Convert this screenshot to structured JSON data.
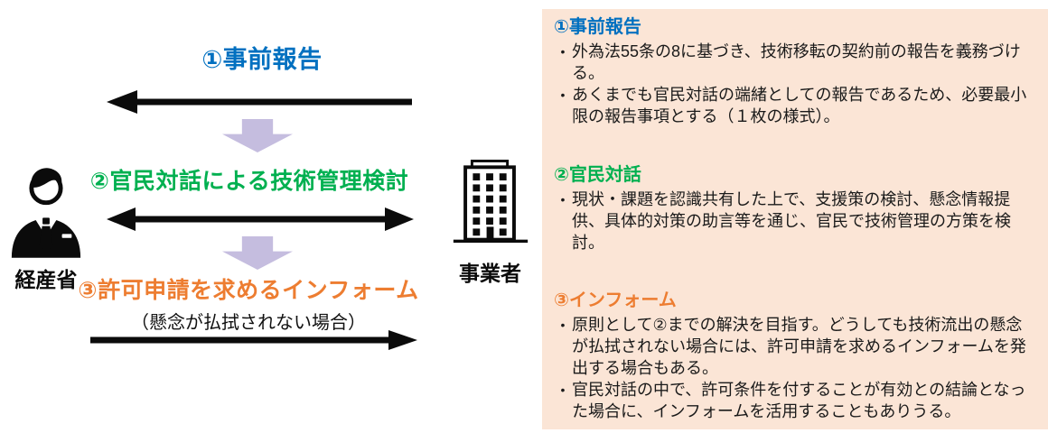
{
  "figure": {
    "left_actor": {
      "label": "経産省",
      "icon": "businessman-icon"
    },
    "right_actor": {
      "label": "事業者",
      "icon": "office-building-icon"
    },
    "steps": [
      {
        "title": "①事前報告",
        "color": "#0070C0",
        "arrow_direction": "left",
        "arrow_color": "#000000"
      },
      {
        "title": "②官民対話による技術管理検討",
        "color": "#00B050",
        "arrow_direction": "both",
        "arrow_color": "#000000"
      },
      {
        "title": "③許可申請を求めるインフォーム",
        "subtitle": "（懸念が払拭されない場合）",
        "color": "#ED7D31",
        "arrow_direction": "right",
        "arrow_color": "#000000"
      }
    ],
    "flow_connector_color": "#C5BDDF"
  },
  "panel": {
    "background": "#FBE5D6",
    "sections": [
      {
        "heading": "①事前報告",
        "color": "#0070C0",
        "bullets": [
          "外為法55条の8に基づき、技術移転の契約前の報告を義務づける。",
          "あくまでも官民対話の端緒としての報告であるため、必要最小限の報告事項とする（１枚の様式）。"
        ]
      },
      {
        "heading": "②官民対話",
        "color": "#00B050",
        "bullets": [
          "現状・課題を認識共有した上で、支援策の検討、懸念情報提供、具体的対策の助言等を通じ、官民で技術管理の方策を検討。"
        ]
      },
      {
        "heading": "③インフォーム",
        "color": "#ED7D31",
        "bullets": [
          "原則として②までの解決を目指す。どうしても技術流出の懸念が払拭されない場合には、許可申請を求めるインフォームを発出する場合もある。",
          "官民対話の中で、許可条件を付することが有効との結論となった場合に、インフォームを活用することもありうる。"
        ]
      }
    ]
  }
}
